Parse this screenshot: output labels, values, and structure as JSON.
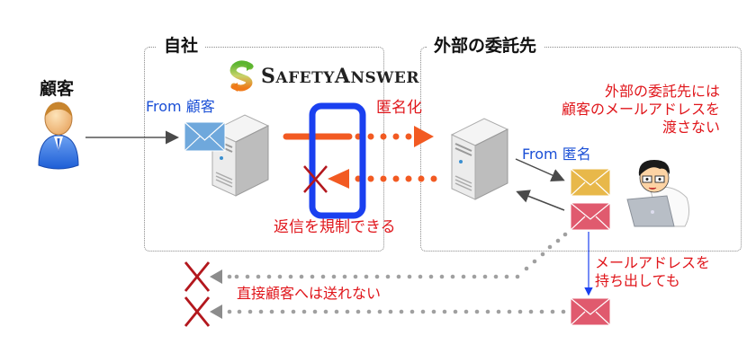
{
  "title": "SafetyAnswer 匿名化 メールフロー図",
  "brand": {
    "name_parts": [
      "S",
      "AFETY",
      "A",
      "NSWER"
    ],
    "logo_icon": "safetyanswer-s-logo-icon"
  },
  "actors": {
    "customer": {
      "label": "顧客",
      "icon": "businessman-icon"
    },
    "contractor_person": {
      "icon": "person-with-laptop-icon"
    }
  },
  "regions": {
    "own_company": {
      "title": "自社"
    },
    "external_contractor": {
      "title": "外部の委託先"
    }
  },
  "labels": {
    "from_customer": "From 顧客",
    "anonymize": "匿名化",
    "reply_restrict": "返信を規制できる",
    "from_anonymous": "From 匿名",
    "no_address_note": [
      "外部の委託先には",
      "顧客のメールアドレスを",
      "渡さない"
    ],
    "take_out_note": [
      "メールアドレスを",
      "持ち出しても"
    ],
    "cannot_send_direct": "直接顧客へは送れない"
  },
  "colors": {
    "flow_orange": "#f25a22",
    "block_blue": "#1a40f0",
    "x_red": "#b3171d",
    "envelope_blue": "#6fa8dc",
    "envelope_yellow": "#e8b84a",
    "envelope_red": "#e05a6e",
    "dotted_gray": "#a0a0a0",
    "text_red": "#e0161b",
    "text_blue": "#1a4fd6"
  }
}
